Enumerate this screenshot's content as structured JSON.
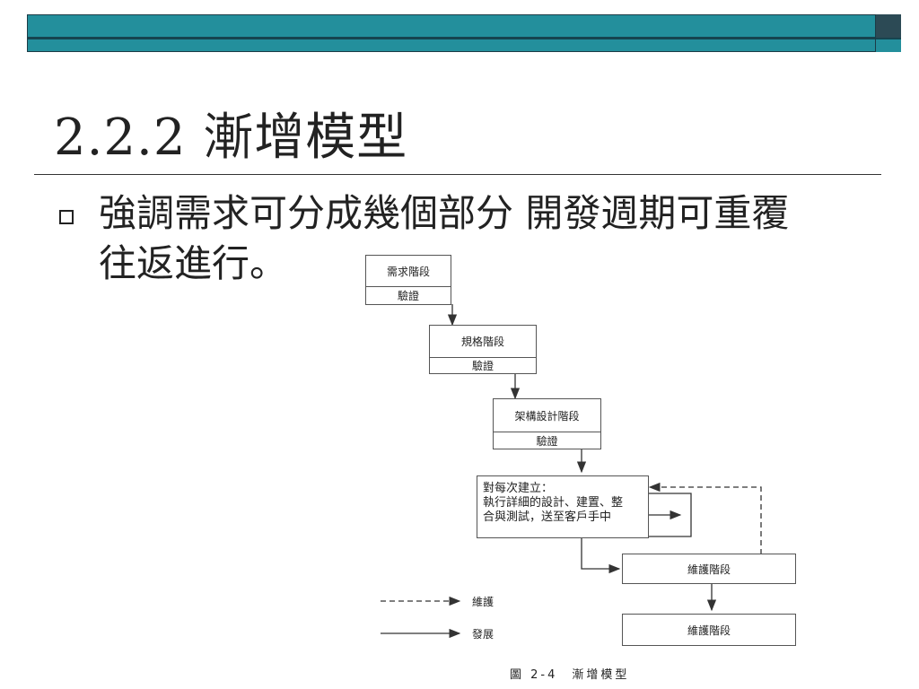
{
  "slide": {
    "title": "2.2.2 漸增模型",
    "bullet_line1": "強調需求可分成幾個部分 開發週期可重覆",
    "bullet_line2": "往返進行。"
  },
  "diagram": {
    "stage1": {
      "name": "需求階段",
      "check": "驗證"
    },
    "stage2": {
      "name": "規格階段",
      "check": "驗證"
    },
    "stage3": {
      "name": "架構設計階段",
      "check": "驗證"
    },
    "build_note": {
      "line1": "對每次建立：",
      "line2": "執行詳細的設計、建置、整",
      "line3": "合與測試，送至客戶手中"
    },
    "maint1": "維護階段",
    "maint2": "維護階段",
    "legend": {
      "dashed": "維護",
      "solid": "發展"
    },
    "caption": "圖 2-4　漸增模型"
  }
}
